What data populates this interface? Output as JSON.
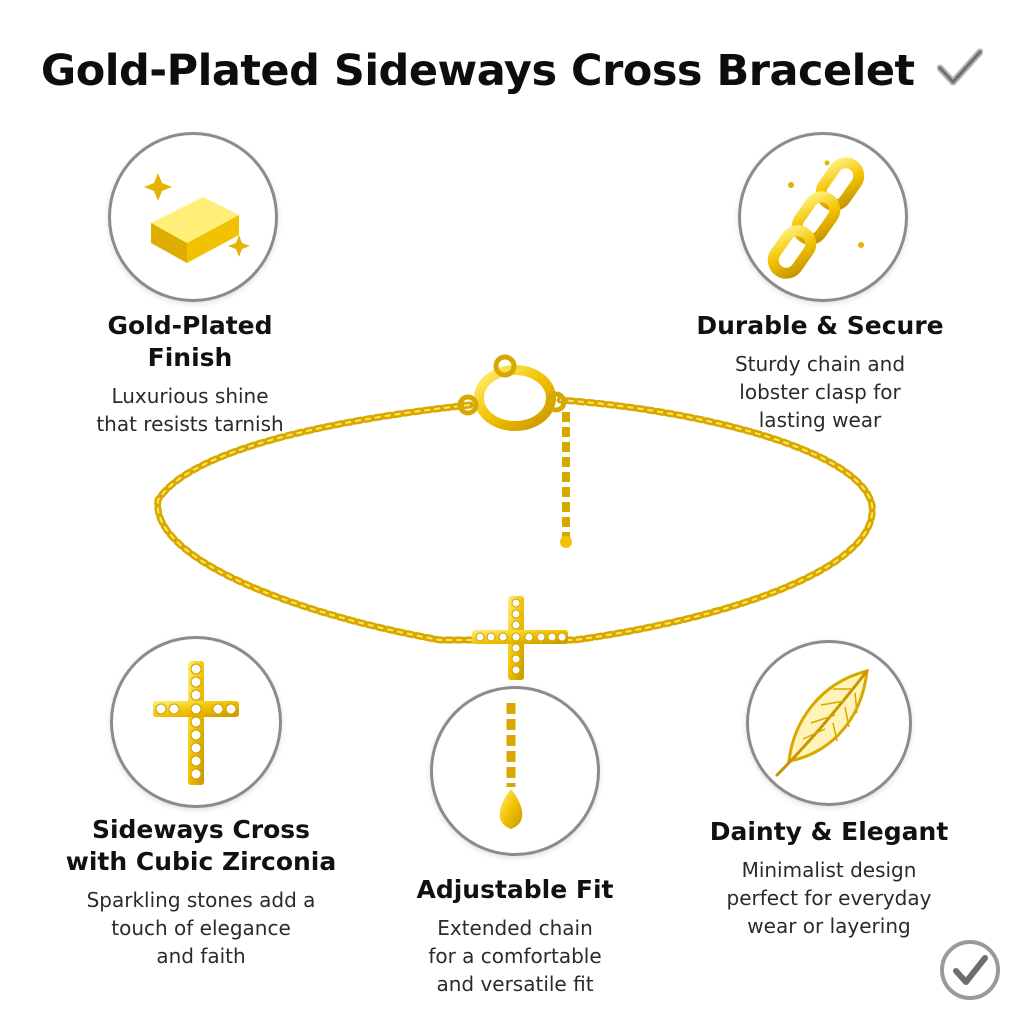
{
  "title": "Gold-Plated Sideways Cross Bracelet",
  "title_icon": "checkmark-icon",
  "colors": {
    "gold": "#f2c200",
    "gold_light": "#ffe45c",
    "gold_dark": "#c79500",
    "ring": "#8c8c8c"
  },
  "features": [
    {
      "icon": "gold-bar-icon",
      "title": "Gold-Plated\nFinish",
      "desc": "Luxurious shine\nthat resists tarnish"
    },
    {
      "icon": "chain-links-icon",
      "title": "Durable & Secure",
      "desc": "Sturdy chain and\nlobster clasp for\nlasting wear"
    },
    {
      "icon": "cross-icon",
      "title": "Sideways Cross\nwith Cubic Zirconia",
      "desc": "Sparkling stones add a\ntouch of elegance\nand faith"
    },
    {
      "icon": "extender-chain-icon",
      "title": "Adjustable Fit",
      "desc": "Extended chain\nfor a comfortable\nand versatile fit"
    },
    {
      "icon": "feather-icon",
      "title": "Dainty & Elegant",
      "desc": "Minimalist design\nperfect for everyday\nwear or layering"
    }
  ],
  "corner_badge_icon": "check-badge-icon"
}
